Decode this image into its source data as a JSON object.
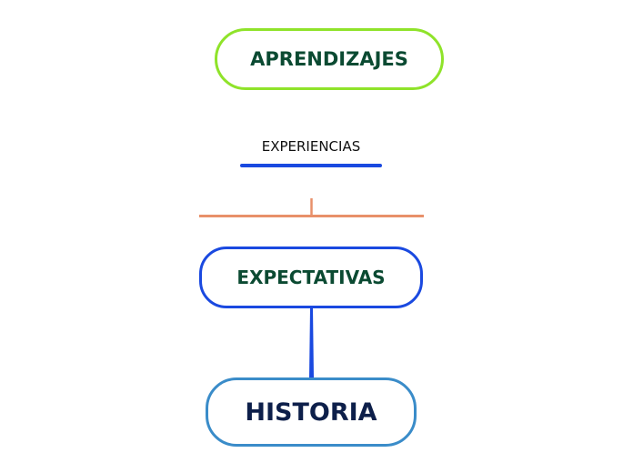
{
  "nodes": {
    "aprendizajes": "APRENDIZAJES",
    "experiencias": "EXPERIENCIAS",
    "expectativas": "EXPECTATIVAS",
    "historia": "HISTORIA"
  },
  "colors": {
    "green_border": "#8fe32a",
    "blue_border": "#1a49e0",
    "light_blue_border": "#3a8cc9",
    "orange_connector": "#e8906a",
    "dark_green_text": "#0b4a32",
    "navy_text": "#0d1f4a"
  }
}
